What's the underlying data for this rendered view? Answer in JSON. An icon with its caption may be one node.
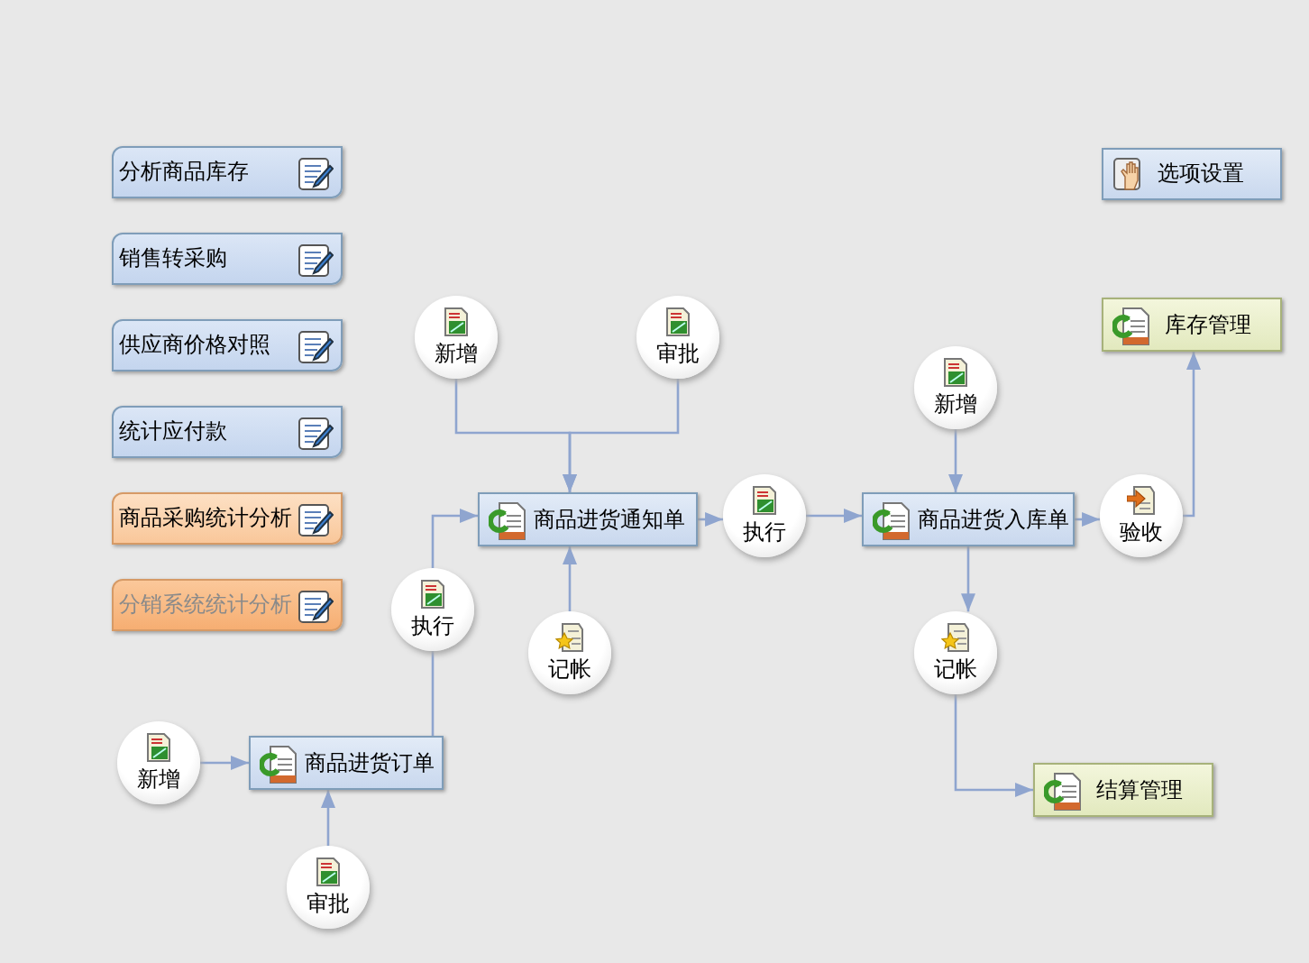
{
  "diagram": {
    "nodes": [
      {
        "text": [
          "分析商品库存"
        ]
      },
      {
        "text": [
          "销售转采购"
        ]
      },
      {
        "text": [
          "供应商价格对照"
        ]
      },
      {
        "text": [
          "统计应付款"
        ]
      },
      {
        "text": [
          "商品采购统计分析"
        ]
      },
      {
        "text": [
          "分销系统统计分析"
        ]
      },
      {
        "text": [
          "选项设置"
        ]
      },
      {
        "text": [
          "新增"
        ]
      },
      {
        "text": [
          "审批"
        ]
      },
      {
        "text": [
          "库存管理"
        ]
      },
      {
        "text": [
          "新增"
        ]
      },
      {
        "text": [
          "商品进货通知单"
        ]
      },
      {
        "text": [
          "执行"
        ]
      },
      {
        "text": [
          "商品进货入库单"
        ]
      },
      {
        "text": [
          "验收"
        ]
      },
      {
        "text": [
          "执行"
        ]
      },
      {
        "text": [
          "记帐"
        ]
      },
      {
        "text": [
          "记帐"
        ]
      },
      {
        "text": [
          "新增"
        ]
      },
      {
        "text": [
          "商品进货订单"
        ]
      },
      {
        "text": [
          "结算管理"
        ]
      },
      {
        "text": [
          "审批"
        ]
      }
    ],
    "edges": [
      {
        "from": 7,
        "to": 11,
        "arrow": "to"
      },
      {
        "from": 8,
        "to": 11,
        "arrow": "to"
      },
      {
        "from": 16,
        "to": 11,
        "arrow": "to"
      },
      {
        "from": 15,
        "to": 11,
        "arrow": "to"
      },
      {
        "from": 19,
        "to": 15,
        "arrow": "to"
      },
      {
        "from": 18,
        "to": 19,
        "arrow": "to"
      },
      {
        "from": 21,
        "to": 19,
        "arrow": "to"
      },
      {
        "from": 11,
        "to": 12,
        "arrow": "to"
      },
      {
        "from": 12,
        "to": 13,
        "arrow": "to"
      },
      {
        "from": 10,
        "to": 13,
        "arrow": "to"
      },
      {
        "from": 13,
        "to": 17,
        "arrow": "to"
      },
      {
        "from": 17,
        "to": 20,
        "arrow": "to"
      },
      {
        "from": 13,
        "to": 14,
        "arrow": "to"
      },
      {
        "from": 14,
        "to": 9,
        "arrow": "to"
      }
    ]
  }
}
